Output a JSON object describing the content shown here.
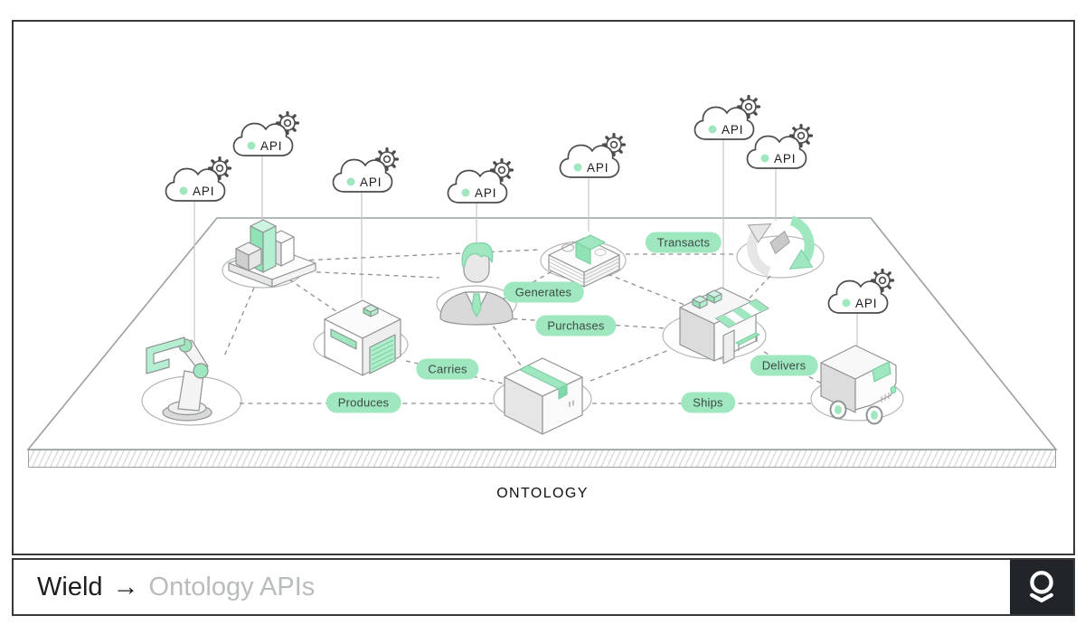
{
  "diagram": {
    "platform_label": "ONTOLOGY",
    "api_label": "API",
    "relations": {
      "transacts": "Transacts",
      "generates": "Generates",
      "purchases": "Purchases",
      "carries": "Carries",
      "produces": "Produces",
      "delivers": "Delivers",
      "ships": "Ships"
    },
    "entities": [
      "bar-chart",
      "robot-arm",
      "factory",
      "person",
      "money-stack",
      "exchange-arrows",
      "storefront",
      "package-box",
      "delivery-truck"
    ]
  },
  "command_bar": {
    "wordmark": "Wield",
    "arrow": "→",
    "query": "Ontology APIs"
  },
  "colors": {
    "accent_green": "#9FE7BE",
    "accent_green_dark": "#8FE3B5",
    "accent_green_light": "#C8F2DC",
    "pill_text": "#3E4A48",
    "ink": "#1D1D1F",
    "muted_text": "#B9BCBD",
    "logo_bg": "#212428",
    "outline_gray": "#8F9494",
    "frame_border": "#36383B"
  }
}
